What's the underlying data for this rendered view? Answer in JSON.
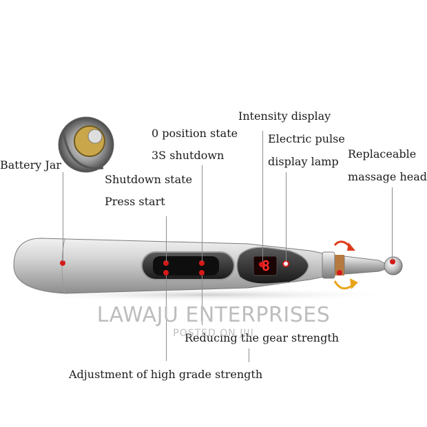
{
  "labels": {
    "battery_jar": "Battery Jar",
    "zero_position_state": "0  position state",
    "three_s_shutdown": "3S shutdown",
    "shutdown_state": "Shutdown state",
    "press_start": "Press start",
    "intensity_display": "Intensity display",
    "electric_pulse": "Electric pulse",
    "display_lamp": "display lamp",
    "replaceable": "Replaceable",
    "massage_head": "massage head",
    "reducing_gear_strength": "Reducing the gear strength",
    "adjustment_high_grade_strength": "Adjustment of high grade strength"
  },
  "watermark": {
    "brand": "LAWAJU ENTERPRISES",
    "posted_on": "POSTED ON JIJI"
  },
  "display": {
    "digit": "8"
  },
  "colors": {
    "indicator_dot": "#d61a1a",
    "pen_body": "#c9c9c9",
    "leader_line": "#8c8c8c"
  }
}
